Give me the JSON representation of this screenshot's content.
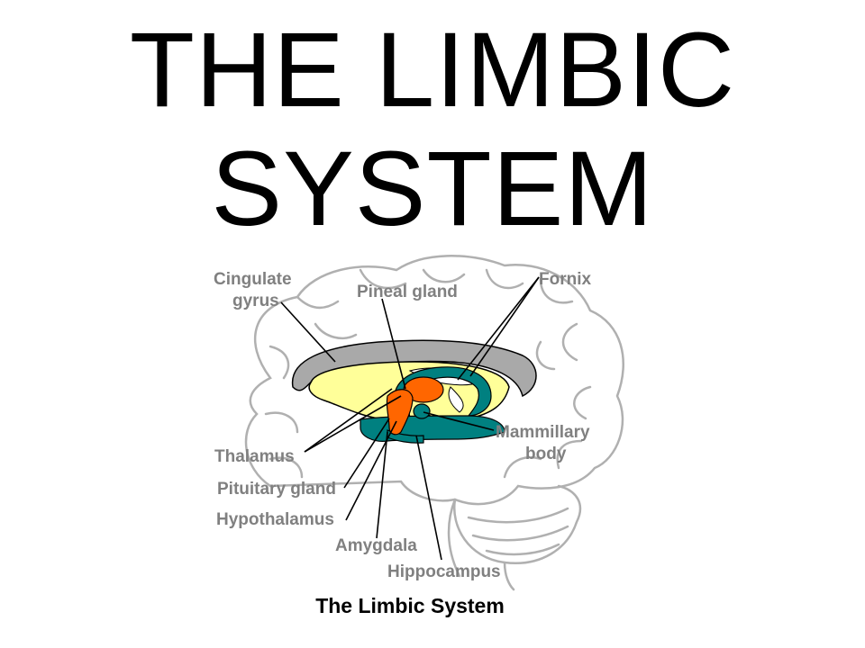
{
  "slide": {
    "title_line1": "THE LIMBIC",
    "title_line2": "SYSTEM"
  },
  "diagram": {
    "labels": {
      "cingulate_gyrus_line1": "Cingulate",
      "cingulate_gyrus_line2": "gyrus",
      "pineal_gland": "Pineal gland",
      "fornix": "Fornix",
      "mammillary_body_line1": "Mammillary",
      "mammillary_body_line2": "body",
      "thalamus": "Thalamus",
      "pituitary_gland": "Pituitary gland",
      "hypothalamus": "Hypothalamus",
      "amygdala": "Amygdala",
      "hippocampus": "Hippocampus"
    },
    "caption": "The Limbic System",
    "colors": {
      "label_text": "#808080",
      "brain_outline": "#b0b0b0",
      "cingulate_gyrus": "#a9a9a9",
      "thalamus_region": "#ffff99",
      "limbic_structures": "#008080",
      "pineal_pituitary": "#ff6600",
      "leader_lines": "#000000"
    }
  }
}
